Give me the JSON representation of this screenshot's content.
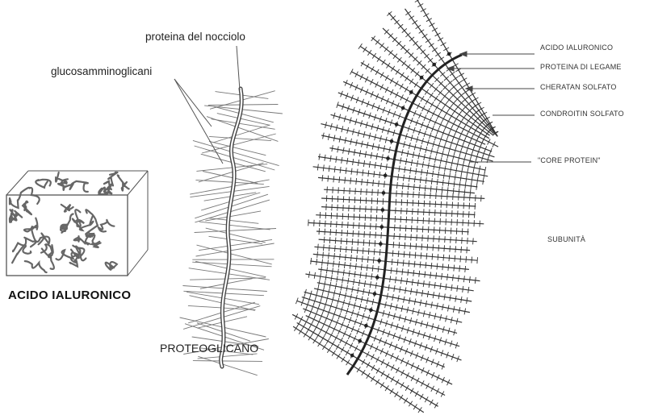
{
  "labels": {
    "core_protein_top": "proteina del nocciolo",
    "gag": "glucosamminoglicani",
    "left_title": "ACIDO IALURONICO",
    "middle_title": "PROTEOGLICANO",
    "right": {
      "acido": "ACIDO IALURONICO",
      "legame": "PROTEINA DI LEGAME",
      "cheratan": "CHERATAN SOLFATO",
      "condroitin": "CONDROITIN SOLFATO",
      "core": "\"CORE PROTEIN\"",
      "subunita": "SUBUNITÀ"
    }
  },
  "colors": {
    "ink": "#333333",
    "paper": "#ffffff"
  }
}
